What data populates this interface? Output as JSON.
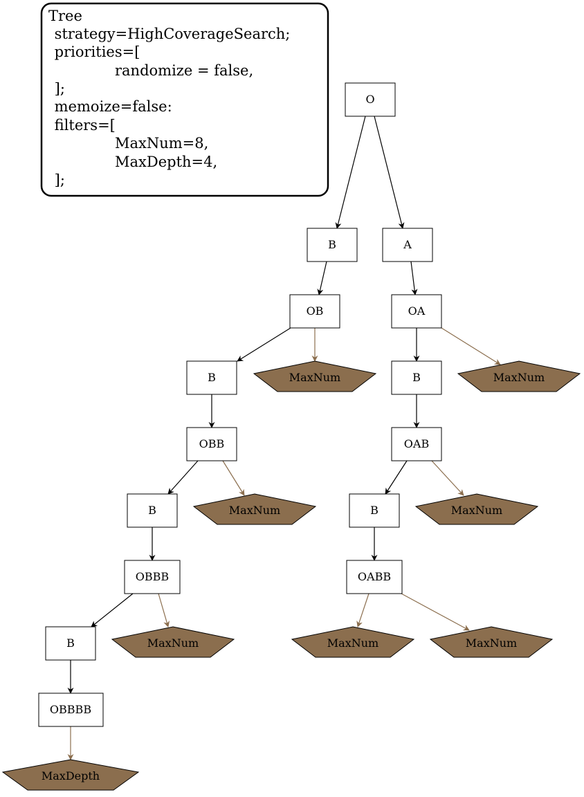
{
  "legend": {
    "lines": [
      "Tree",
      " strategy=HighCoverageSearch;",
      " priorities=[",
      "randomize = false,",
      " ];",
      " memoize=false:",
      " filters=[",
      "MaxNum=8,",
      "MaxDepth=4,",
      " ];"
    ]
  },
  "colors": {
    "filter_fill": "#8b6e4e",
    "filter_edge": "#8b6e4e",
    "tree_edge": "#000000"
  },
  "nodes": {
    "O": "O",
    "B1": "B",
    "A": "A",
    "OB": "OB",
    "OA": "OA",
    "B2": "B",
    "B3": "B",
    "OBB": "OBB",
    "OAB": "OAB",
    "B4": "B",
    "B5": "B",
    "OBBB": "OBBB",
    "OABB": "OABB",
    "B6": "B",
    "OBBBB": "OBBBB"
  },
  "filters": {
    "f_ob": "MaxNum",
    "f_oa": "MaxNum",
    "f_obb": "MaxNum",
    "f_oab": "MaxNum",
    "f_obbb": "MaxNum",
    "f_oabb1": "MaxNum",
    "f_oabb2": "MaxNum",
    "f_obbbb": "MaxDepth"
  }
}
